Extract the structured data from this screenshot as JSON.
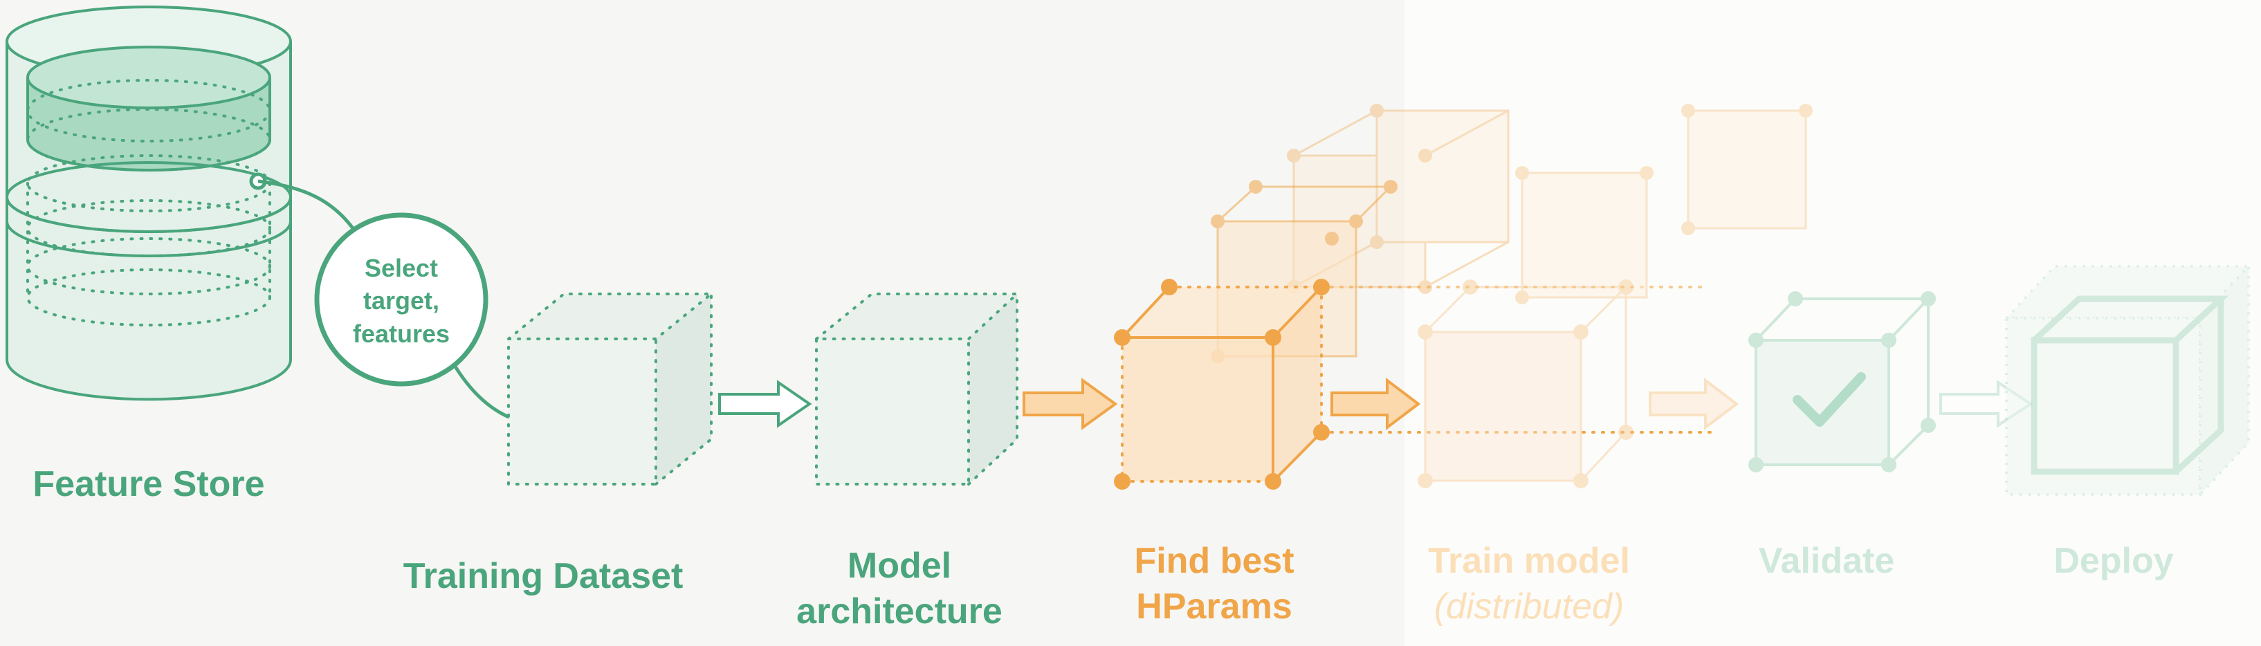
{
  "labels": {
    "feature_store": "Feature Store",
    "select_bubble": [
      "Select",
      "target,",
      "features"
    ],
    "training_dataset": "Training Dataset",
    "model_architecture": [
      "Model",
      "architecture"
    ],
    "find_best": [
      "Find best",
      "HParams"
    ],
    "train_model": "Train model",
    "train_model_sub": "(distributed)",
    "validate": "Validate",
    "deploy": "Deploy"
  },
  "icons": [
    "database-icon",
    "cube-icon",
    "arrow-right-icon",
    "checkmark-icon"
  ],
  "colors": {
    "green": "#4aa57c",
    "orange": "#f0a548",
    "faint_orange": "#fbdfb8",
    "faint_green": "#cfe8dc",
    "background": "#f6f6f4"
  }
}
